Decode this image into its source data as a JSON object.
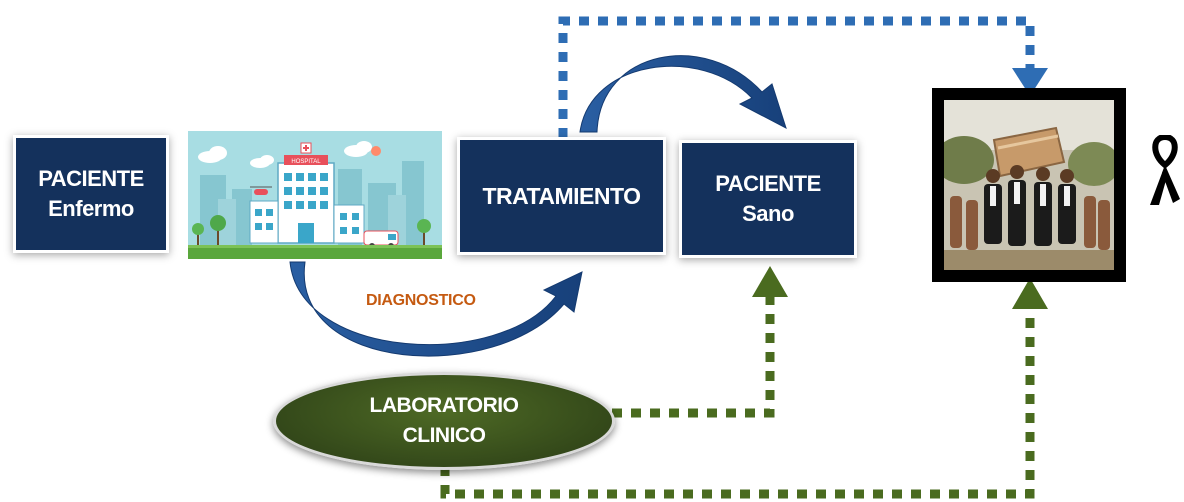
{
  "nodes": {
    "paciente_enfermo": {
      "line1": "PACIENTE",
      "line2": "Enfermo"
    },
    "tratamiento": {
      "label": "TRATAMIENTO"
    },
    "paciente_sano": {
      "line1": "PACIENTE",
      "line2": "Sano"
    },
    "laboratorio": {
      "line1": "LABORATORIO",
      "line2": "CLINICO"
    }
  },
  "labels": {
    "diagnostico": "DIAGNOSTICO"
  },
  "hospital": {
    "sign": "HOSPITAL"
  },
  "colors": {
    "box_fill": "#14315c",
    "arrow_blue": "#1f4e8c",
    "dashed_blue": "#2e6db4",
    "dashed_green": "#4a6b1f",
    "lab_fill": "#34491a",
    "diagnostico_text": "#c55a11"
  },
  "icons": [
    "hospital-illustration",
    "funeral-photo",
    "mourning-ribbon-icon"
  ]
}
